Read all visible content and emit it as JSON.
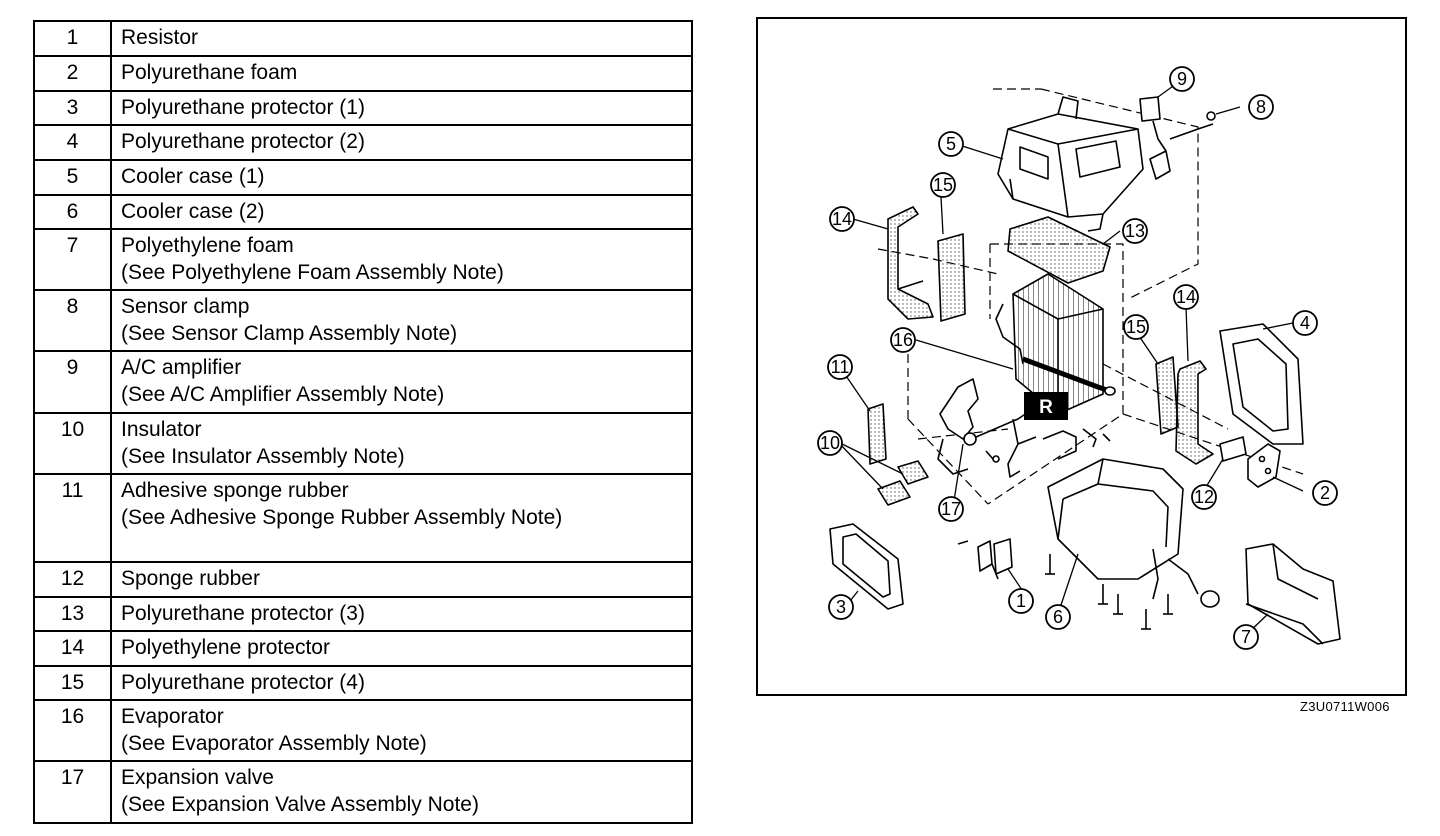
{
  "parts": [
    {
      "num": "1",
      "name": "Resistor",
      "note": ""
    },
    {
      "num": "2",
      "name": "Polyurethane foam",
      "note": ""
    },
    {
      "num": "3",
      "name": "Polyurethane protector (1)",
      "note": ""
    },
    {
      "num": "4",
      "name": "Polyurethane protector (2)",
      "note": ""
    },
    {
      "num": "5",
      "name": "Cooler case (1)",
      "note": ""
    },
    {
      "num": "6",
      "name": "Cooler case (2)",
      "note": ""
    },
    {
      "num": "7",
      "name": "Polyethylene foam",
      "note": "(See Polyethylene Foam Assembly Note)"
    },
    {
      "num": "8",
      "name": "Sensor clamp",
      "note": "(See Sensor Clamp Assembly Note)"
    },
    {
      "num": "9",
      "name": "A/C amplifier",
      "note": "(See A/C Amplifier Assembly Note)"
    },
    {
      "num": "10",
      "name": "Insulator",
      "note": "(See  Insulator Assembly Note)"
    },
    {
      "num": "11",
      "name": "Adhesive sponge rubber",
      "note": "(See Adhesive Sponge Rubber Assembly Note)"
    },
    {
      "num": "12",
      "name": "Sponge rubber",
      "note": ""
    },
    {
      "num": "13",
      "name": "Polyurethane protector (3)",
      "note": ""
    },
    {
      "num": "14",
      "name": "Polyethylene protector",
      "note": ""
    },
    {
      "num": "15",
      "name": "Polyurethane protector (4)",
      "note": ""
    },
    {
      "num": "16",
      "name": "Evaporator",
      "note": "(See Evaporator Assembly Note)"
    },
    {
      "num": "17",
      "name": "Expansion valve",
      "note": "(See Expansion Valve Assembly Note)"
    }
  ],
  "diagram": {
    "callouts": [
      "1",
      "2",
      "3",
      "4",
      "5",
      "6",
      "7",
      "8",
      "9",
      "10",
      "11",
      "12",
      "13",
      "14",
      "14",
      "15",
      "15",
      "16",
      "17"
    ],
    "marker_label": "R",
    "figure_code": "Z3U0711W006"
  },
  "colors": {
    "ink": "#000000",
    "paper": "#ffffff",
    "stipple": "#9a9a9a"
  }
}
